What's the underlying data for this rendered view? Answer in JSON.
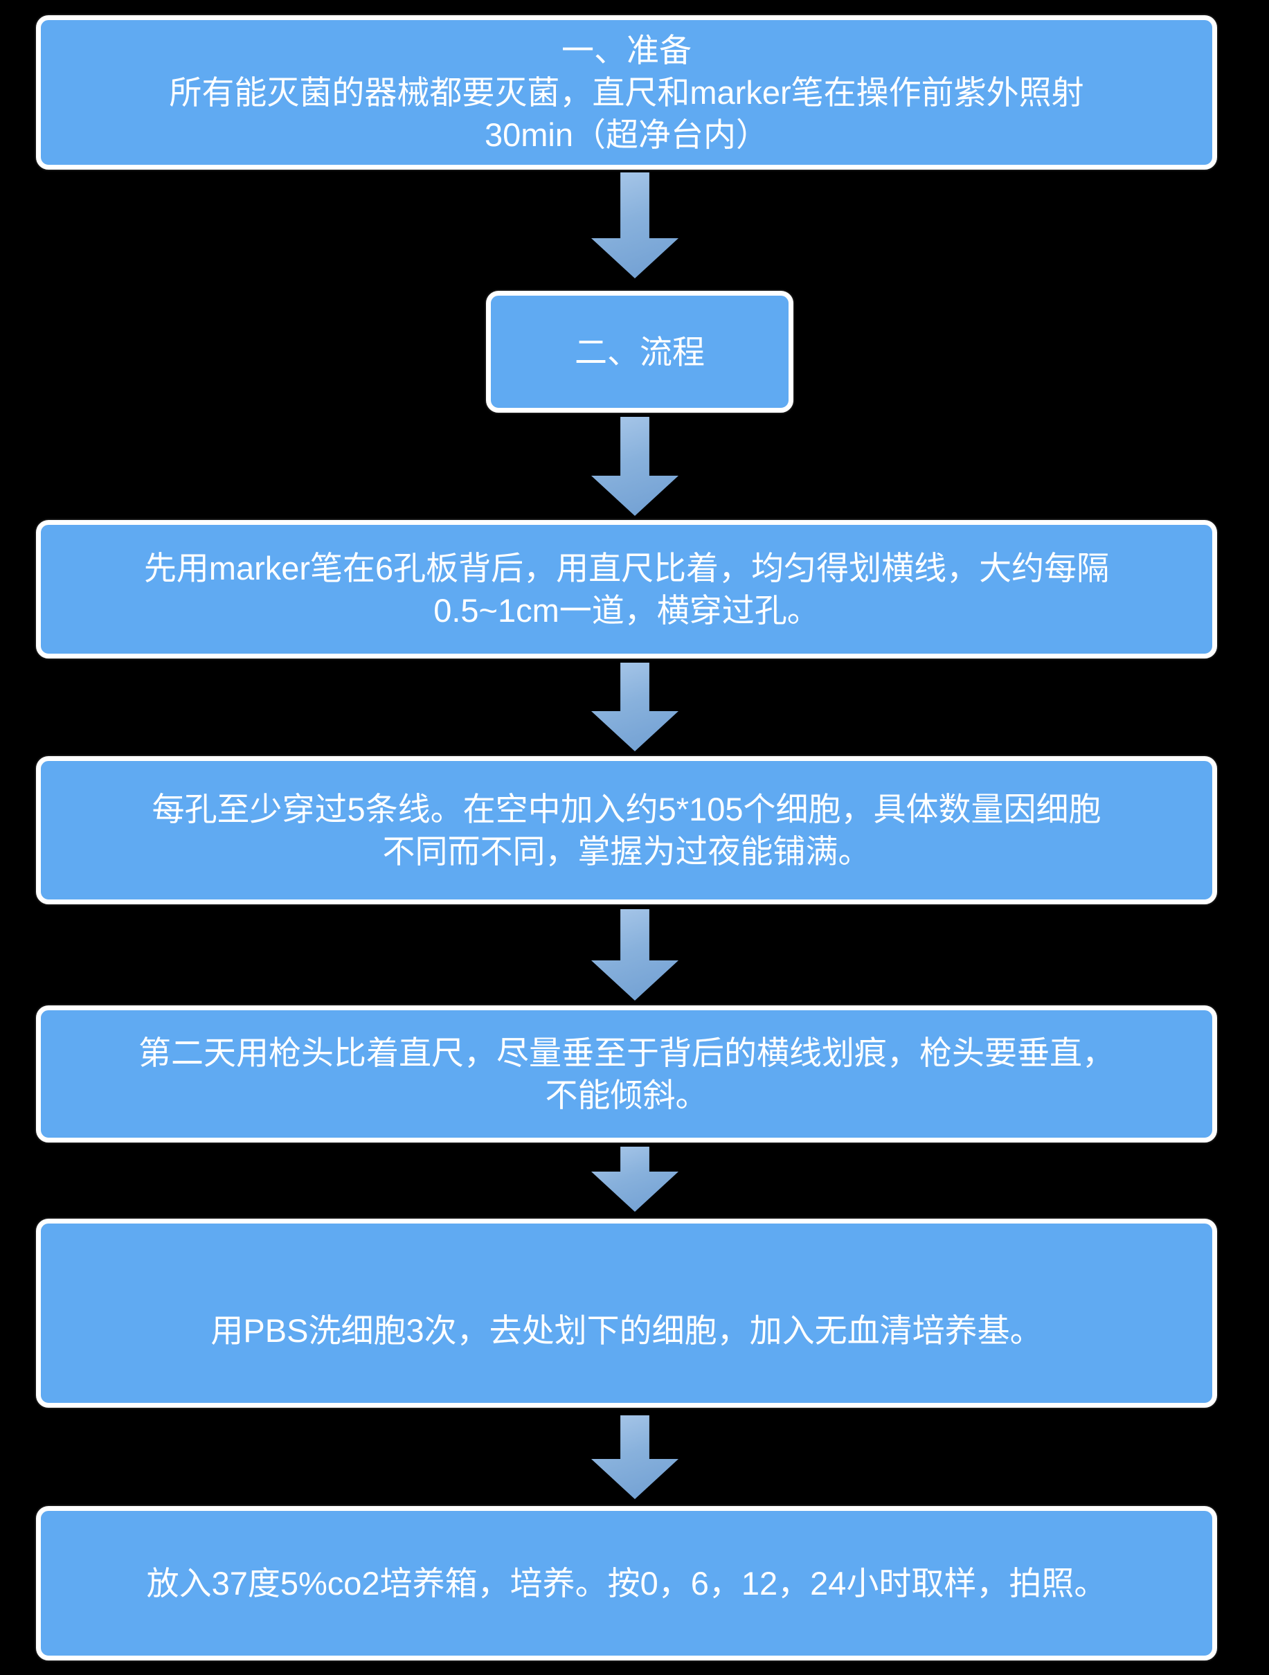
{
  "flowchart": {
    "language": "zh-CN",
    "colors": {
      "background": "#000000",
      "box_fill": "#60aaf2",
      "box_border": "#ffffff",
      "text": "#ffffff",
      "arrow_gradient_light": "#abc9ea",
      "arrow_gradient_dark": "#6f9ed2"
    },
    "arrows": {
      "glyph": "down-block-arrow",
      "count": 6
    },
    "boxes": [
      {
        "id": "preparation",
        "lines": [
          "一、准备",
          "所有能灭菌的器械都要灭菌，直尺和marker笔在操作前紫外照射",
          "30min（超净台内）"
        ]
      },
      {
        "id": "process-header",
        "lines": [
          "二、流程"
        ]
      },
      {
        "id": "step-draw-lines",
        "lines": [
          "先用marker笔在6孔板背后，用直尺比着，均匀得划横线，大约每隔",
          "0.5~1cm一道，横穿过孔。"
        ]
      },
      {
        "id": "step-seed-cells",
        "lines": [
          "每孔至少穿过5条线。在空中加入约5*105个细胞，具体数量因细胞",
          "不同而不同，掌握为过夜能铺满。"
        ]
      },
      {
        "id": "step-scratch",
        "lines": [
          "第二天用枪头比着直尺，尽量垂至于背后的横线划痕，枪头要垂直，",
          "不能倾斜。"
        ]
      },
      {
        "id": "step-wash",
        "lines": [
          "用PBS洗细胞3次，去处划下的细胞，加入无血清培养基。"
        ]
      },
      {
        "id": "step-incubate",
        "lines": [
          "放入37度5%co2培养箱，培养。按0，6，12，24小时取样，拍照。"
        ]
      }
    ]
  }
}
